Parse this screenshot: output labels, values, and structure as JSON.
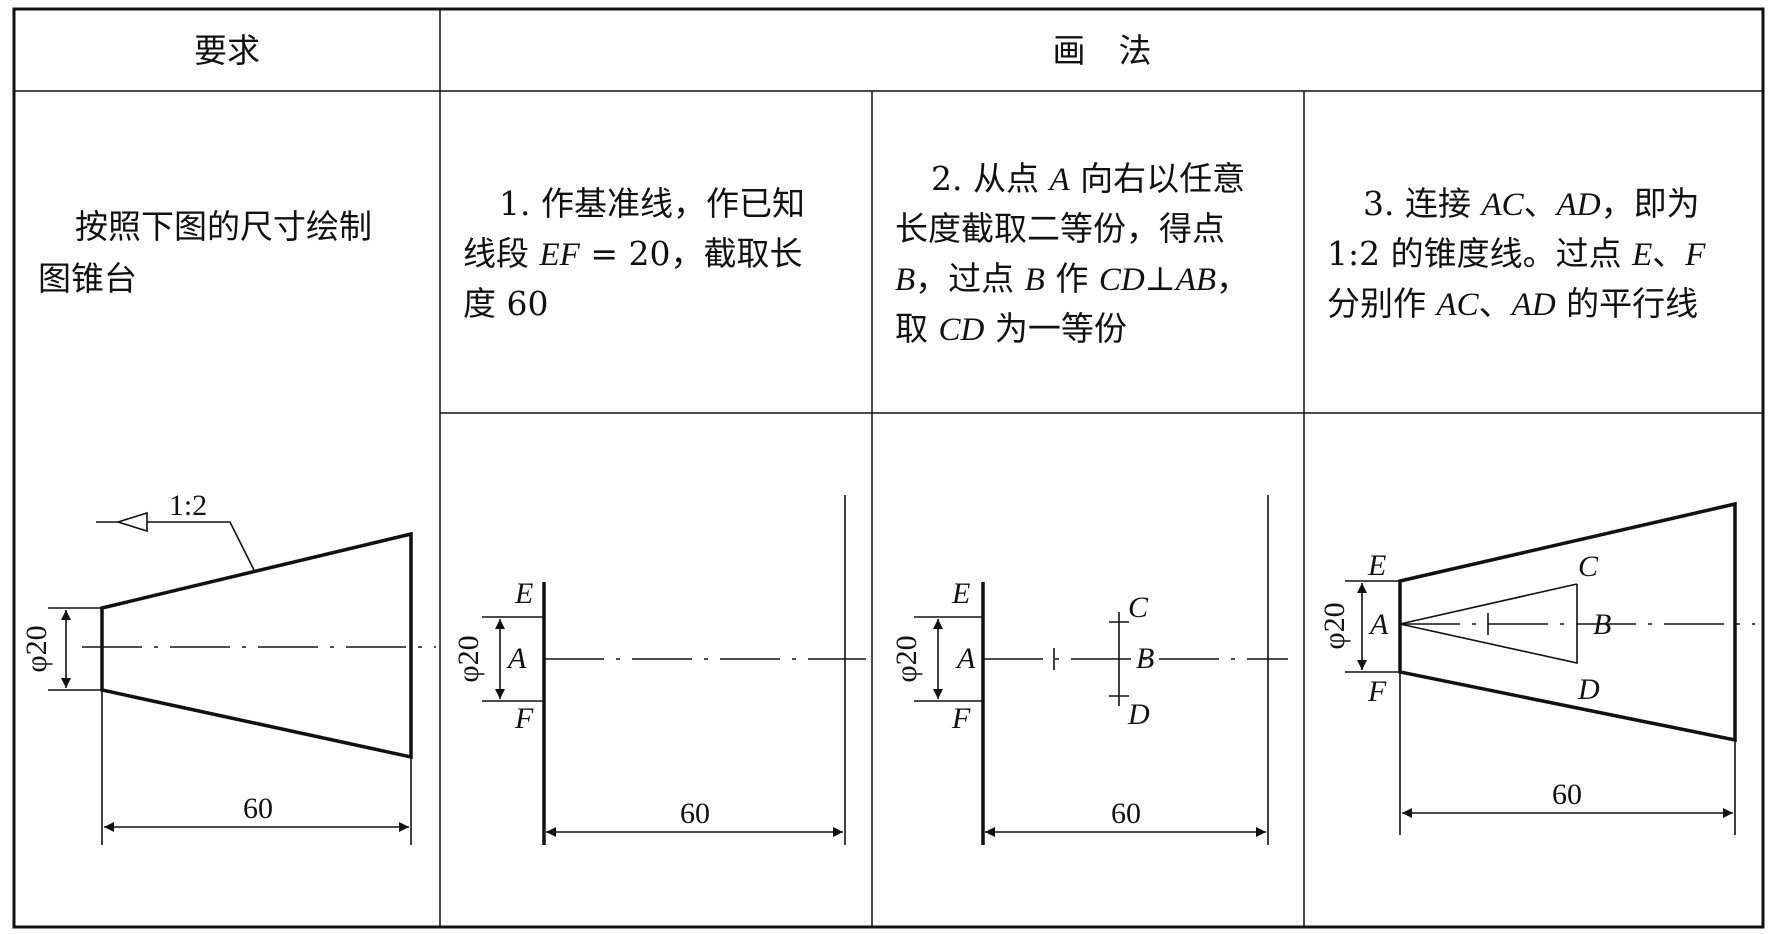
{
  "table": {
    "header_requirement": "要求",
    "header_method": "画　法",
    "requirement_lines": [
      "按照下图的尺寸绘制",
      "图锥台"
    ],
    "step1_lines": [
      [
        {
          "t": "1. 作基准线，作已知"
        }
      ],
      [
        {
          "t": "线段 "
        },
        {
          "t": "EF",
          "i": true
        },
        {
          "t": " = 20，截取长"
        }
      ],
      [
        {
          "t": "度 60"
        }
      ]
    ],
    "step2_lines": [
      [
        {
          "t": "2. 从点 "
        },
        {
          "t": "A",
          "i": true
        },
        {
          "t": " 向右以任意"
        }
      ],
      [
        {
          "t": "长度截取二等份，得点"
        }
      ],
      [
        {
          "t": "B",
          "i": true
        },
        {
          "t": "，过点 "
        },
        {
          "t": "B",
          "i": true
        },
        {
          "t": " 作 "
        },
        {
          "t": "CD",
          "i": true
        },
        {
          "t": "⊥"
        },
        {
          "t": "AB",
          "i": true
        },
        {
          "t": "，"
        }
      ],
      [
        {
          "t": "取 "
        },
        {
          "t": "CD",
          "i": true
        },
        {
          "t": " 为一等份"
        }
      ]
    ],
    "step3_lines": [
      [
        {
          "t": "3. 连接 "
        },
        {
          "t": "AC",
          "i": true
        },
        {
          "t": "、"
        },
        {
          "t": "AD",
          "i": true
        },
        {
          "t": "，即为"
        }
      ],
      [
        {
          "t": "1:2 的锥度线。过点 "
        },
        {
          "t": "E",
          "i": true
        },
        {
          "t": "、"
        },
        {
          "t": "F",
          "i": true
        }
      ],
      [
        {
          "t": "分别作 "
        },
        {
          "t": "AC",
          "i": true
        },
        {
          "t": "、"
        },
        {
          "t": "AD",
          "i": true
        },
        {
          "t": " 的平行线"
        }
      ]
    ]
  },
  "drawings": {
    "taper_ratio": "1:2",
    "diameter": "φ20",
    "length": "60",
    "points": {
      "A": "A",
      "B": "B",
      "C": "C",
      "D": "D",
      "E": "E",
      "F": "F"
    }
  }
}
